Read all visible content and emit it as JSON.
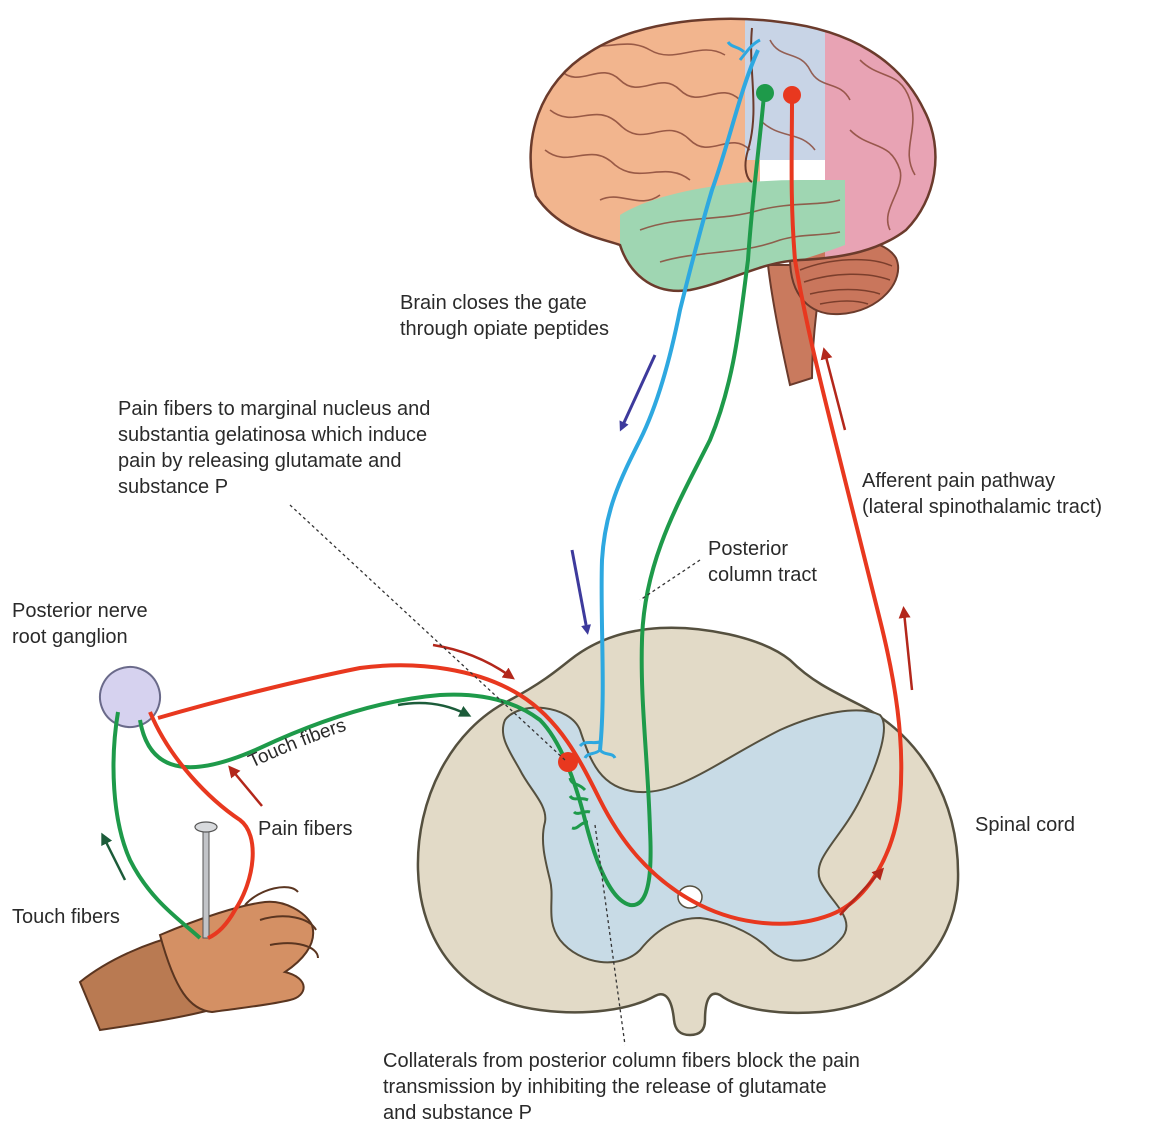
{
  "labels": {
    "brain_gate": [
      "Brain closes the gate",
      "through opiate peptides"
    ],
    "pain_fibers_marginal": [
      "Pain fibers to marginal nucleus and",
      "substantia gelatinosa  which induce",
      "pain by releasing glutamate and",
      "substance P"
    ],
    "afferent_pathway": [
      "Afferent pain pathway",
      "(lateral spinothalamic tract)"
    ],
    "posterior_column": [
      "Posterior",
      "column tract"
    ],
    "posterior_ganglion": [
      "Posterior nerve",
      "root ganglion"
    ],
    "touch_fibers_curved": "Touch fibers",
    "pain_fibers_hand": "Pain fibers",
    "touch_fibers_hand": "Touch fibers",
    "spinal_cord": "Spinal cord",
    "collaterals": [
      "Collaterals from posterior column fibers block the pain",
      "transmission by inhibiting the release of glutamate",
      "and substance P"
    ]
  },
  "colors": {
    "pain": "#e8381f",
    "touch": "#1e9a4a",
    "descending": "#2ea8e0",
    "arrow_blue": "#3d3a9c",
    "arrow_red": "#b3271b",
    "arrow_green": "#1c5c3a",
    "white_matter": "#e2dac7",
    "gray_matter": "#c8dbe6",
    "brain_frontal": "#f2b58e",
    "brain_parietal": "#c8d4e6",
    "brain_occipital": "#e8a3b4",
    "brain_temporal": "#9fd6b2",
    "cerebellum": "#c9765c",
    "ganglion": "#d6d2ef",
    "skin": "#d49064"
  }
}
